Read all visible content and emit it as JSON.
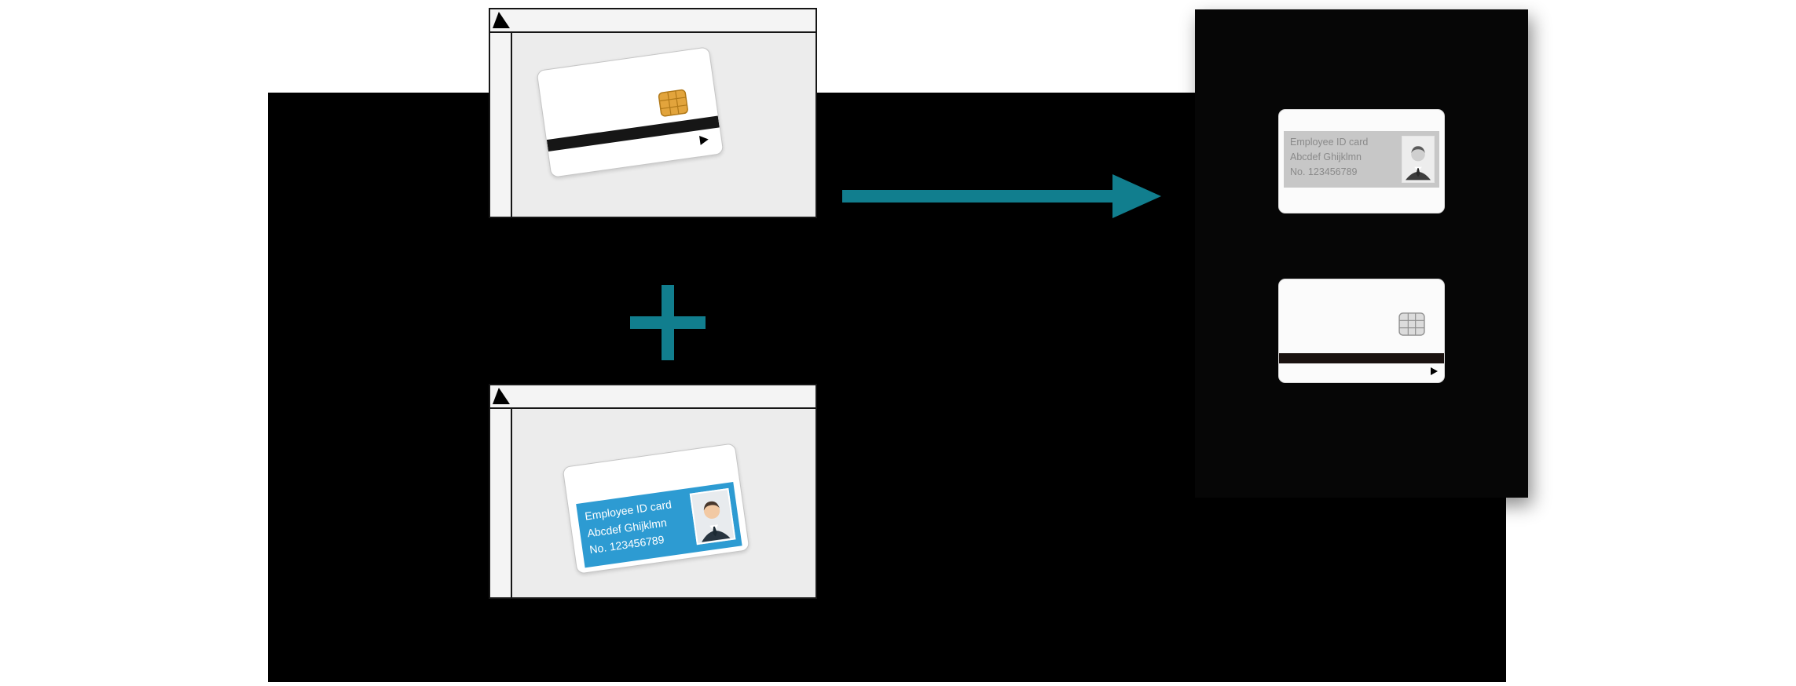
{
  "design_window": {
    "card": {
      "title": "Employee ID card",
      "name": "Abcdef Ghijklmn",
      "number": "No. 123456789"
    }
  },
  "result_panel": {
    "front_card": {
      "title": "Employee ID card",
      "name": "Abcdef Ghijklmn",
      "number": "No. 123456789"
    }
  },
  "colors": {
    "teal": "#117e8e",
    "card-blue": "#2d9bd2",
    "chip-gold": "#e2a43c",
    "backdrop-black": "#000000",
    "window-bg": "#ededed"
  },
  "icons": {
    "corner_triangle": "corner-triangle-icon",
    "plus": "plus-icon",
    "arrow_right": "arrow-right-icon",
    "ic_chip": "ic-chip-icon",
    "insert_direction": "insert-direction-icon"
  }
}
